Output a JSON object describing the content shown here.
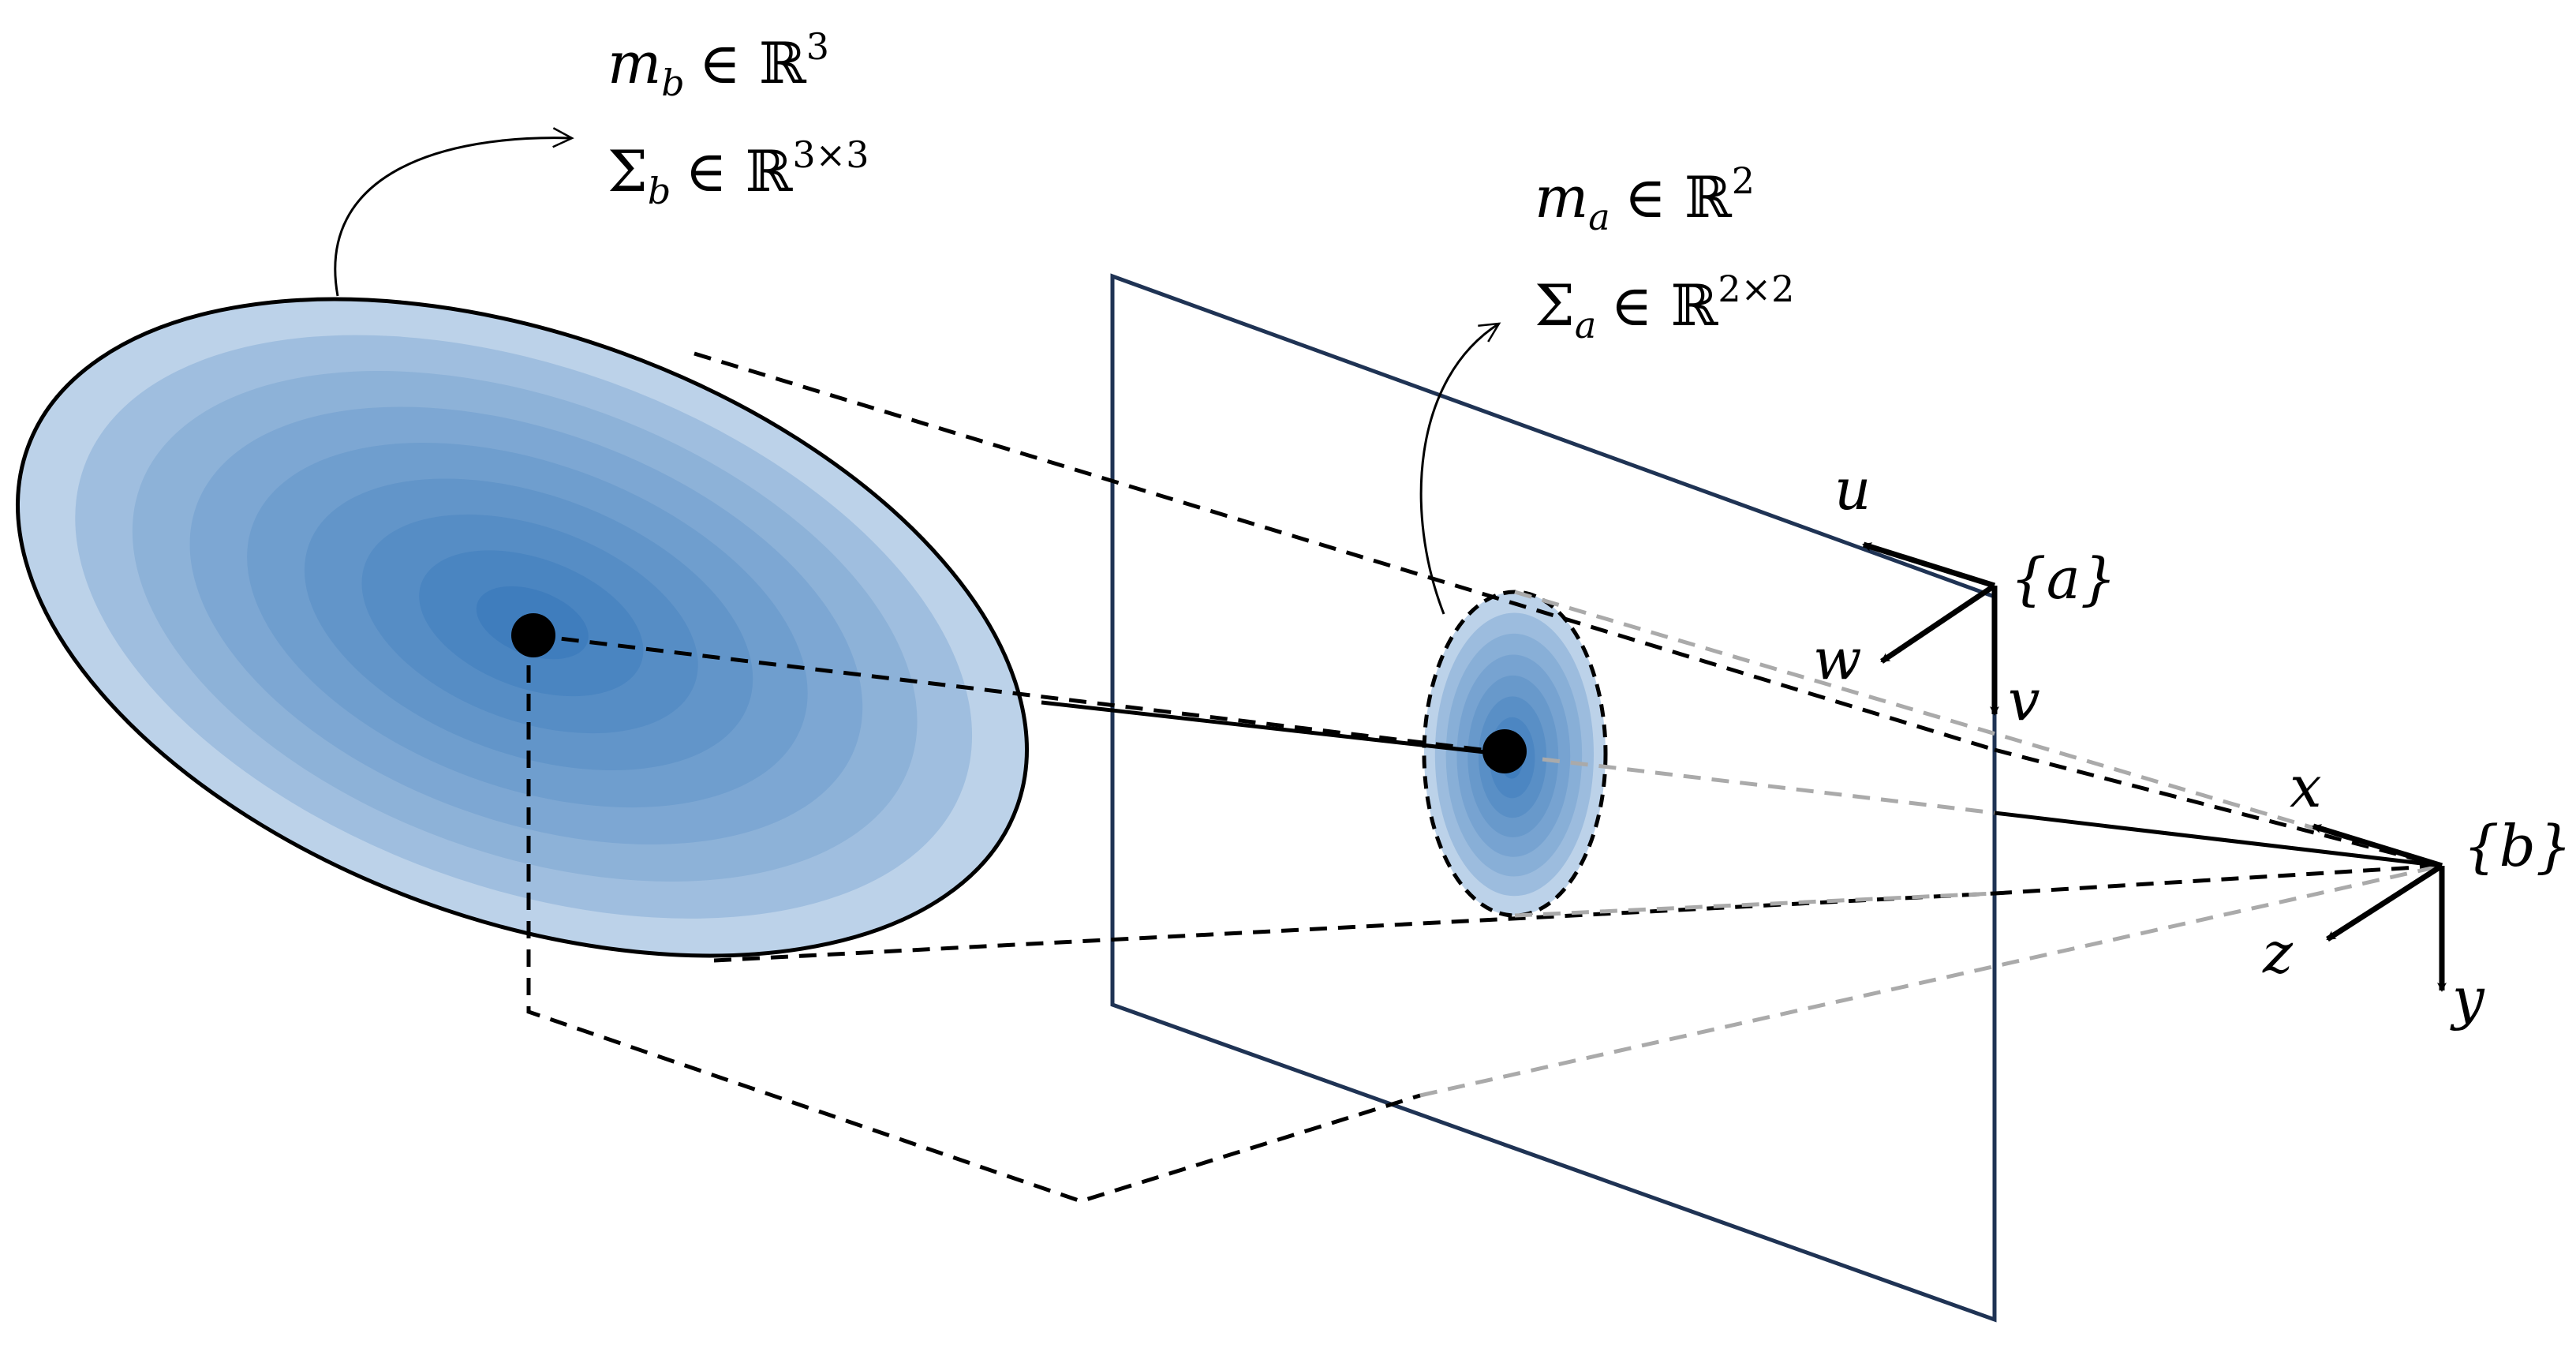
{
  "colors": {
    "ellipse_outer": "#bcd2e9",
    "ellipse_inner": "#3f7dbd",
    "image_plane": "#1f3354",
    "projection_light": "#aaaaaa",
    "ink": "#000000"
  },
  "labels": {
    "mb": {
      "var": "m",
      "sub": "b",
      "rel": "∈ ℝ",
      "sup": "3"
    },
    "sigma_b": {
      "var": "Σ",
      "sub": "b",
      "rel": "∈ ℝ",
      "sup": "3×3"
    },
    "ma": {
      "var": "m",
      "sub": "a",
      "rel": "∈ ℝ",
      "sup": "2"
    },
    "sigma_a": {
      "var": "Σ",
      "sub": "a",
      "rel": "∈ ℝ",
      "sup": "2×2"
    }
  },
  "frames": {
    "a": {
      "label": "{a}",
      "axes": [
        "u",
        "w",
        "v"
      ]
    },
    "b": {
      "label": "{b}",
      "axes": [
        "x",
        "z",
        "y"
      ]
    }
  }
}
